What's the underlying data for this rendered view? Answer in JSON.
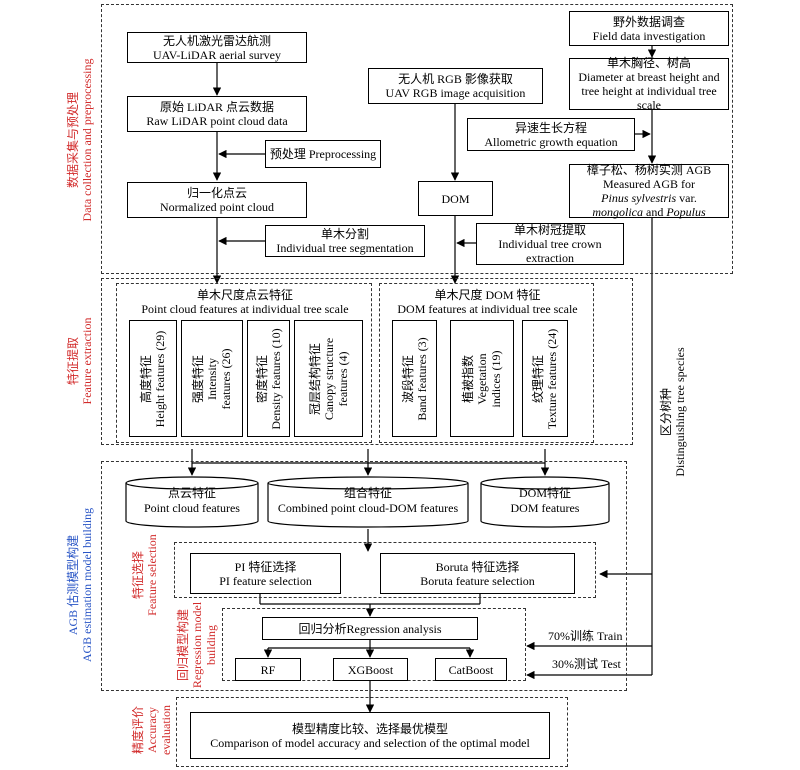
{
  "collection": {
    "section_label_cn": "数据采集与预处理",
    "section_label_en": "Data collection and preprocessing",
    "uav_lidar": {
      "cn": "无人机激光雷达航测",
      "en": "UAV-LiDAR aerial survey"
    },
    "raw_lidar": {
      "cn": "原始 LiDAR 点云数据",
      "en": "Raw LiDAR point cloud data"
    },
    "preprocessing": "预处理 Preprocessing",
    "normalized": {
      "cn": "归一化点云",
      "en": "Normalized point cloud"
    },
    "segmentation": {
      "cn": "单木分割",
      "en": "Individual tree segmentation"
    },
    "uav_rgb": {
      "cn": "无人机 RGB 影像获取",
      "en": "UAV RGB image acquisition"
    },
    "dom": "DOM",
    "crown": {
      "cn": "单木树冠提取",
      "en1": "Individual tree crown",
      "en2": "extraction"
    },
    "field": {
      "cn": "野外数据调查",
      "en": "Field data investigation"
    },
    "dbh": {
      "cn": "单木胸径、树高",
      "en1": "Diameter at breast height and",
      "en2": "tree height at individual tree",
      "en3": "scale"
    },
    "allometric": {
      "cn": "异速生长方程",
      "en": "Allometric growth equation"
    },
    "measured": {
      "cn": "樟子松、杨树实测 AGB",
      "en1": "Measured AGB for",
      "en2_italic": "Pinus sylvestris",
      "en2_rest": " var.",
      "en3_italic": "mongolica",
      "en3_mid": " and ",
      "en3_italic2": "Populus"
    }
  },
  "features": {
    "section_label_cn": "特征提取",
    "section_label_en": "Feature extraction",
    "pc_group": {
      "cn": "单木尺度点云特征",
      "en": "Point cloud features at individual tree scale"
    },
    "dom_group": {
      "cn": "单木尺度 DOM 特征",
      "en": "DOM features at individual tree scale"
    },
    "height": {
      "cn": "高度特征",
      "en": "Height features (29)"
    },
    "intensity": {
      "cn": "强度特征",
      "en1": "Intensity",
      "en2": "features (26)"
    },
    "density": {
      "cn": "密度特征",
      "en": "Density features (10)"
    },
    "canopy": {
      "cn": "冠层结构特征",
      "en1": "Canopy structure",
      "en2": "features (4)"
    },
    "band": {
      "cn": "波段特征",
      "en": "Band features (3)"
    },
    "vegetation": {
      "cn": "植被指数",
      "en1": "Vegetation",
      "en2": "indices (19)"
    },
    "texture": {
      "cn": "纹理特征",
      "en": "Texture features (24)"
    }
  },
  "species": {
    "cn": "区分树种",
    "en": "Distinguishing tree species"
  },
  "model": {
    "section_label_cn": "AGB 估测模型构建",
    "section_label_en": "AGB estimation model building",
    "pc_features": {
      "cn": "点云特征",
      "en": "Point cloud features"
    },
    "combined": {
      "cn": "组合特征",
      "en": "Combined point cloud-DOM features"
    },
    "dom_features": {
      "cn": "DOM特征",
      "en": "DOM features"
    },
    "selection_label_cn": "特征选择",
    "selection_label_en": "Feature selection",
    "pi": {
      "cn": "PI 特征选择",
      "en": "PI feature selection"
    },
    "boruta": {
      "cn": "Boruta 特征选择",
      "en": "Boruta feature selection"
    },
    "regression_label_cn": "回归模型构建",
    "regression_label_en1": "Regression model",
    "regression_label_en2": "building",
    "regression": "回归分析Regression analysis",
    "rf": "RF",
    "xgboost": "XGBoost",
    "catboost": "CatBoost",
    "train": "70%训练 Train",
    "test": "30%测试 Test"
  },
  "accuracy": {
    "section_label_cn": "精度评价",
    "section_label_en1": "Accuracy",
    "section_label_en2": "evaluation",
    "comparison": {
      "cn": "模型精度比较、选择最优模型",
      "en": "Comparison of model accuracy and selection of the optimal model"
    }
  }
}
